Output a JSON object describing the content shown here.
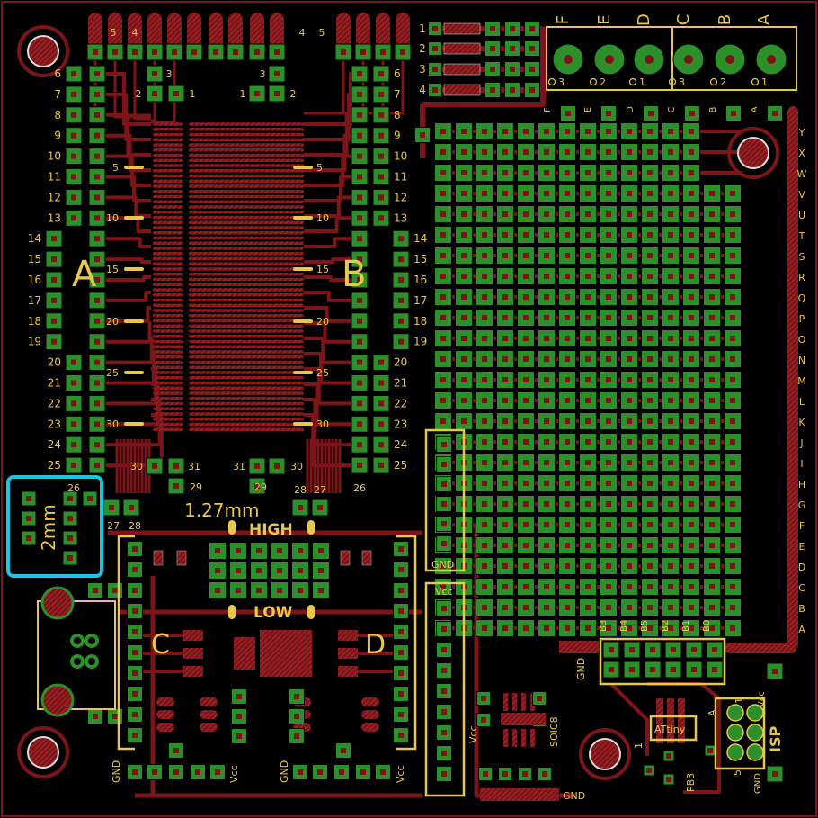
{
  "board": {
    "bank_a": "A",
    "bank_b": "B",
    "bank_c": "C",
    "bank_d": "D",
    "pitch_label": "1.27mm",
    "header_2mm_label": "2mm",
    "high_label": "HIGH",
    "low_label": "LOW",
    "gnd": "GND",
    "vcc": "Vcc",
    "soic8": "SOIC8",
    "attiny": "ATtiny",
    "isp": "ISP",
    "pb3": "PB3",
    "isp_pin_1": "1",
    "isp_pin_5": "5",
    "isp_a": "A",
    "isp_one": "1"
  },
  "left_pins": [
    "6",
    "7",
    "8",
    "9",
    "10",
    "11",
    "12",
    "13",
    "14",
    "15",
    "16",
    "17",
    "18",
    "19",
    "20",
    "21",
    "22",
    "23",
    "24",
    "25"
  ],
  "right_pins": [
    "6",
    "7",
    "8",
    "9",
    "10",
    "11",
    "12",
    "13",
    "14",
    "15",
    "16",
    "17",
    "18",
    "19",
    "20",
    "21",
    "22",
    "23",
    "24",
    "25"
  ],
  "top_pins": {
    "left": [
      "5",
      "4",
      "3",
      "2",
      "1"
    ],
    "right": [
      "4",
      "5",
      "3",
      "2",
      "1"
    ]
  },
  "bottom_pins": {
    "left": [
      "27",
      "28",
      "30",
      "31",
      "29"
    ],
    "right": [
      "31",
      "30",
      "29",
      "28",
      "27",
      "26",
      "26"
    ]
  },
  "center_marks": [
    "5",
    "10",
    "15",
    "20",
    "25",
    "30"
  ],
  "grid_rows": [
    "Y",
    "X",
    "W",
    "V",
    "U",
    "T",
    "S",
    "R",
    "Q",
    "P",
    "O",
    "N",
    "M",
    "L",
    "K",
    "J",
    "I",
    "H",
    "G",
    "F",
    "E",
    "D",
    "C",
    "B",
    "A"
  ],
  "top_cols_upper": [
    "F",
    "E",
    "D",
    "C",
    "B",
    "A"
  ],
  "top_cols_lower": [
    "F",
    "E",
    "D",
    "C",
    "B",
    "A"
  ],
  "screw_nums": [
    "3",
    "2",
    "1",
    "3",
    "2",
    "1"
  ],
  "side_nums": [
    "1",
    "2",
    "3",
    "4"
  ],
  "b_pins": [
    "B3",
    "B4",
    "B5",
    "B2",
    "B1",
    "B0"
  ],
  "colors": {
    "trace": "#7d1518",
    "pad": "#2d8f2a",
    "pad_edge": "#34a832",
    "silk": "#e8c84a",
    "outline": "#8e1a1e",
    "highlight": "#19c6e6"
  }
}
